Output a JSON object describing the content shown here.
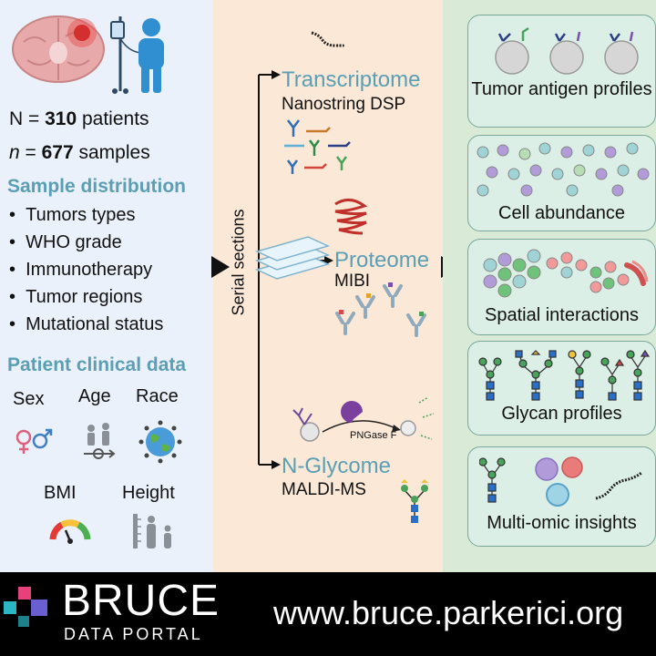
{
  "left": {
    "patients_prefix": "N = ",
    "patients_count": "310",
    "patients_suffix": " patients",
    "samples_prefix": "n",
    "samples_eq": " = ",
    "samples_count": "677",
    "samples_suffix": " samples",
    "sample_distribution_title": "Sample distribution",
    "sample_distribution_items": [
      "Tumors types",
      "WHO grade",
      "Immunotherapy",
      "Tumor regions",
      "Mutational status"
    ],
    "clinical_title": "Patient clinical data",
    "clinical_items": [
      "Sex",
      "Age",
      "Race",
      "BMI",
      "Height"
    ]
  },
  "middle": {
    "serial_label": "Serial sections",
    "branches": [
      {
        "title": "Transcriptome",
        "subtitle": "Nanostring DSP"
      },
      {
        "title": "Proteome",
        "subtitle": "MIBI"
      },
      {
        "title": "N-Glycome",
        "subtitle": "MALDI-MS"
      }
    ],
    "enzyme_label": "PNGase F"
  },
  "right": {
    "cards": [
      "Tumor antigen profiles",
      "Cell abundance",
      "Spatial interactions",
      "Glycan profiles",
      "Multi-omic insights"
    ]
  },
  "footer": {
    "brand": "BRUCE",
    "subtitle": "DATA PORTAL",
    "url": "www.bruce.parkerici.org"
  },
  "colors": {
    "left_bg": "#eaf1fb",
    "middle_bg": "#fbe8d6",
    "right_bg": "#d9ebd6",
    "accent_teal": "#5b9fb5",
    "footer_bg": "#000000"
  }
}
